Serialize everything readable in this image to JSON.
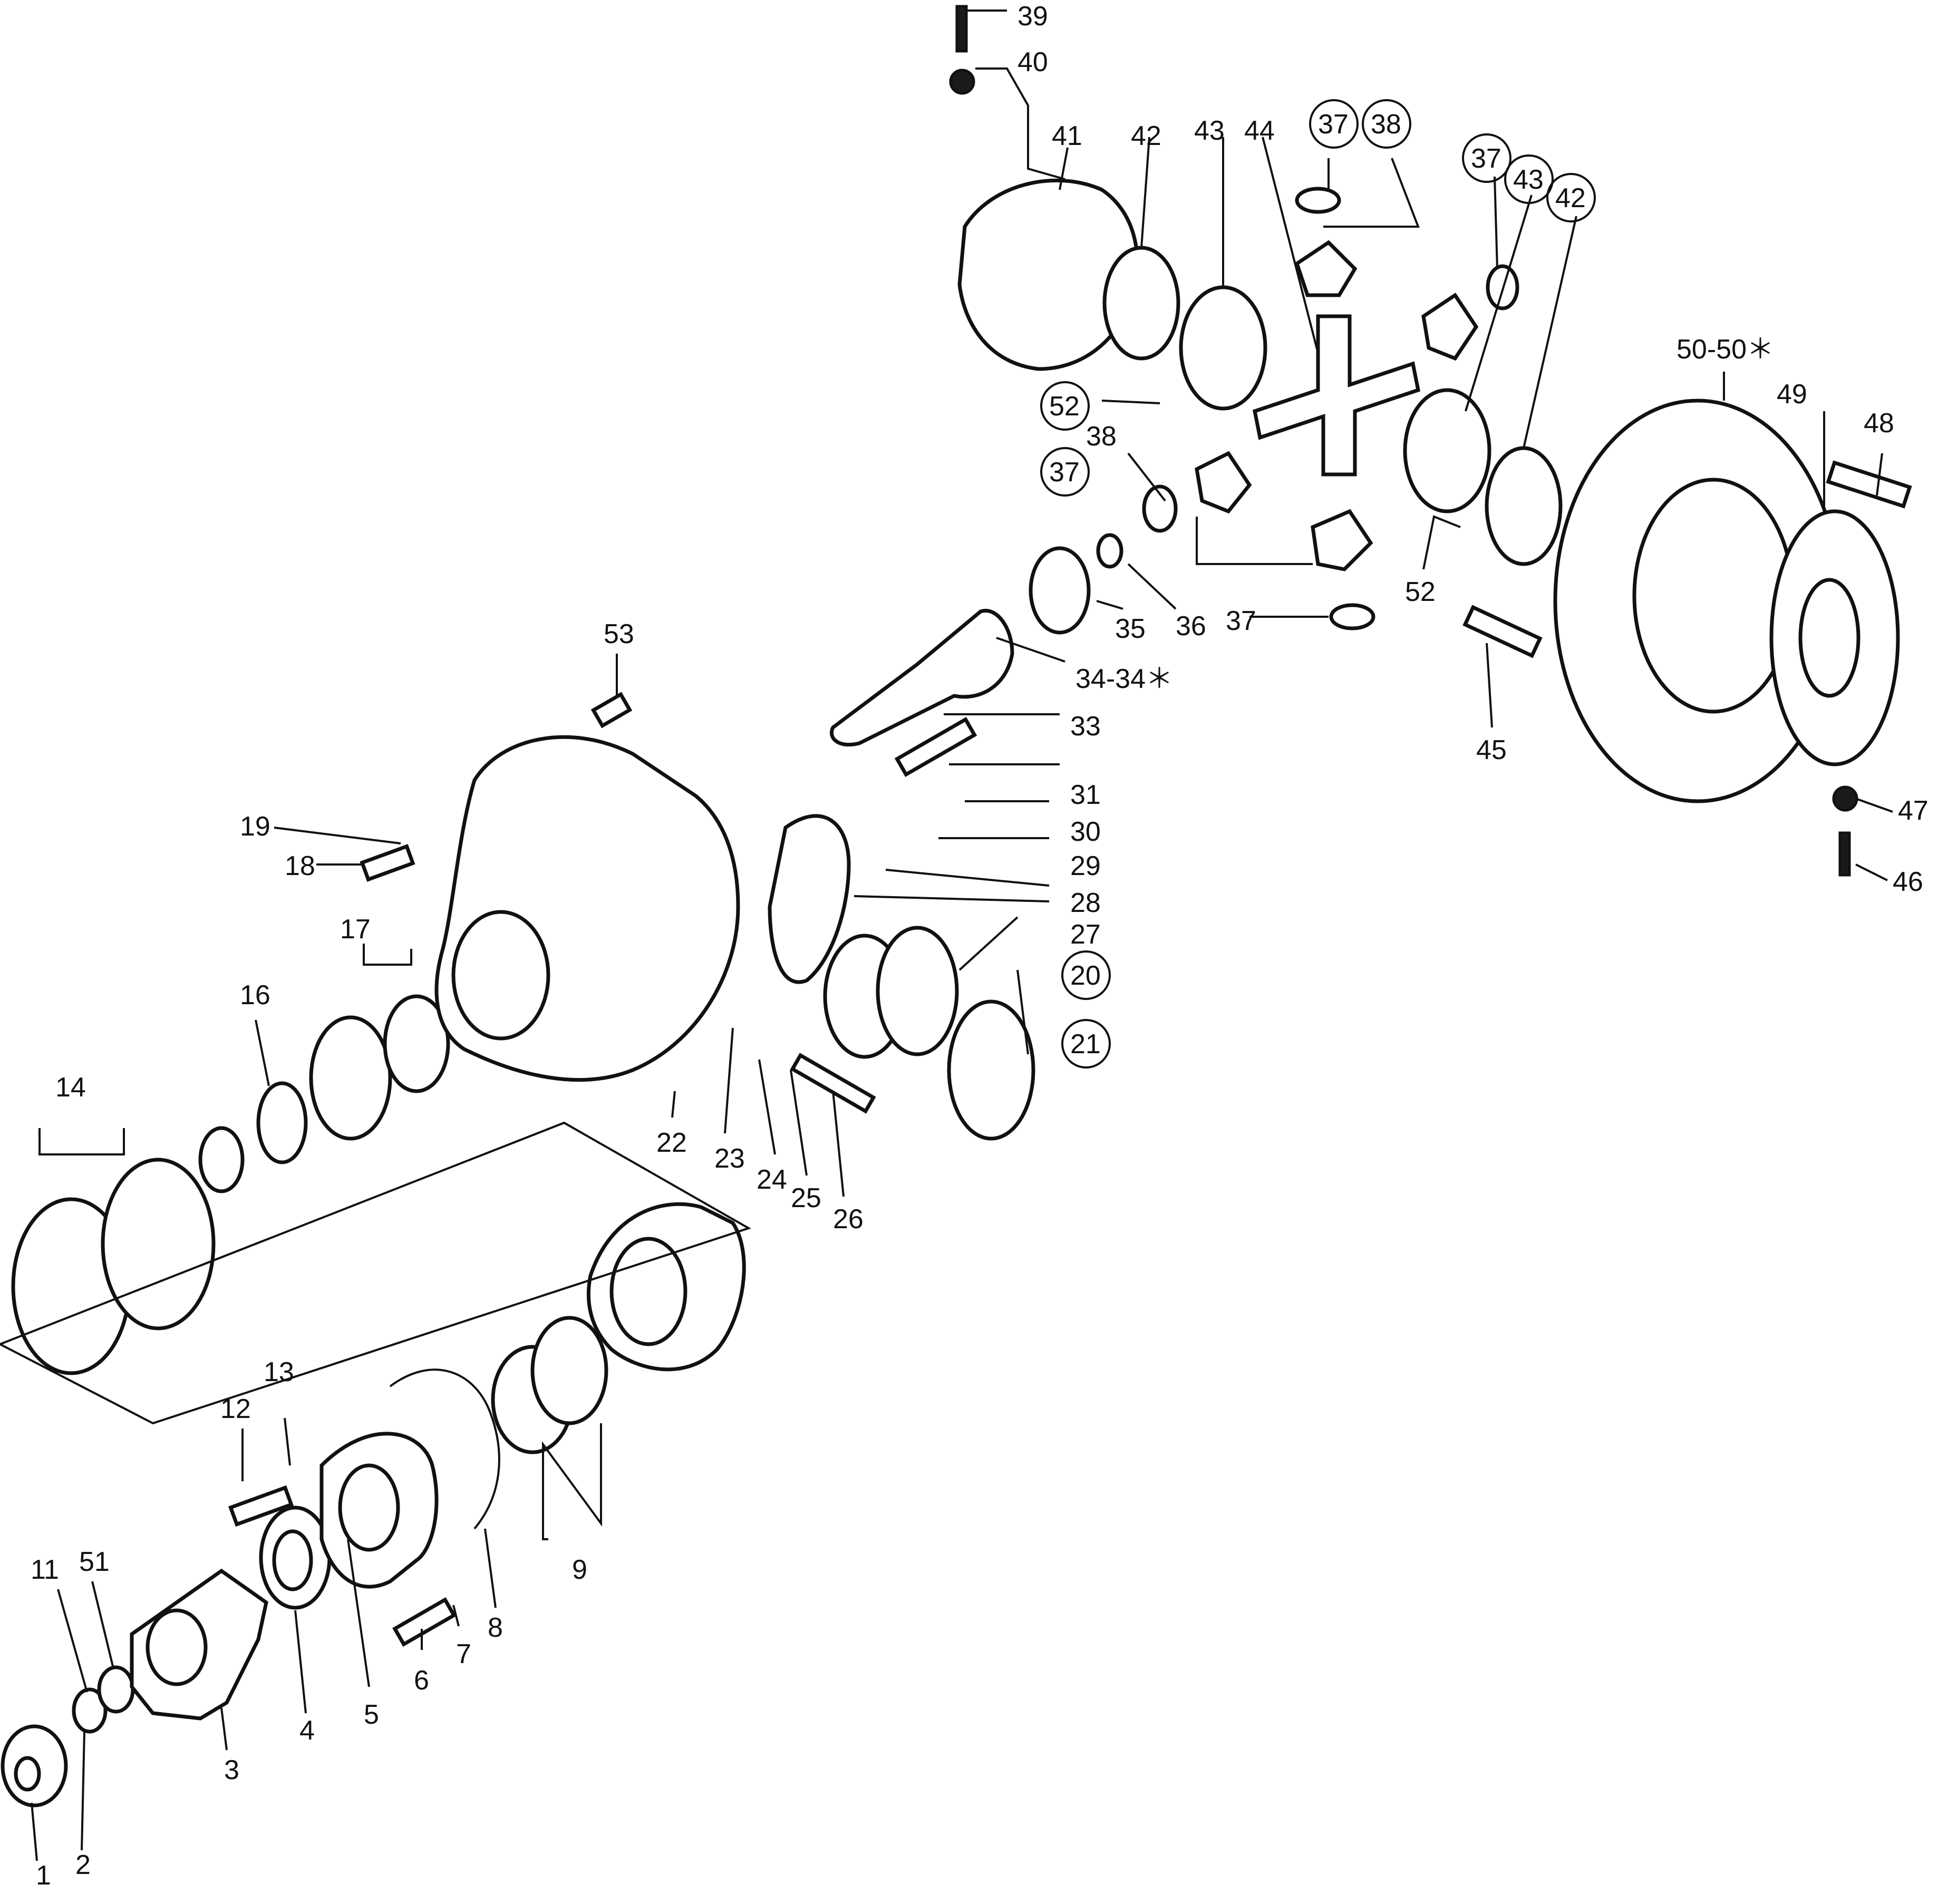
{
  "callouts": [
    {
      "text": "1"
    },
    {
      "text": "2"
    },
    {
      "text": "11"
    },
    {
      "text": "51"
    },
    {
      "text": "3"
    },
    {
      "text": "4"
    },
    {
      "text": "5"
    },
    {
      "text": "6"
    },
    {
      "text": "7"
    },
    {
      "text": "8"
    },
    {
      "text": "9"
    },
    {
      "text": "12"
    },
    {
      "text": "13"
    },
    {
      "text": "14"
    },
    {
      "text": "16"
    },
    {
      "text": "17"
    },
    {
      "text": "18"
    },
    {
      "text": "19"
    },
    {
      "text": "22"
    },
    {
      "text": "23"
    },
    {
      "text": "24"
    },
    {
      "text": "25"
    },
    {
      "text": "26"
    },
    {
      "text": "53"
    },
    {
      "text": "20",
      "circled": true
    },
    {
      "text": "21",
      "circled": true
    },
    {
      "text": "27"
    },
    {
      "text": "28"
    },
    {
      "text": "29"
    },
    {
      "text": "30"
    },
    {
      "text": "31"
    },
    {
      "text": "33"
    },
    {
      "text": "34-34＊"
    },
    {
      "text": "35"
    },
    {
      "text": "36"
    },
    {
      "text": "37"
    },
    {
      "text": "37",
      "circled": true
    },
    {
      "text": "38"
    },
    {
      "text": "52",
      "circled": true
    },
    {
      "text": "39"
    },
    {
      "text": "40"
    },
    {
      "text": "41"
    },
    {
      "text": "42"
    },
    {
      "text": "43"
    },
    {
      "text": "44"
    },
    {
      "text": "37",
      "circled": true
    },
    {
      "text": "38",
      "circled": true
    },
    {
      "text": "37",
      "circled": true
    },
    {
      "text": "43",
      "circled": true
    },
    {
      "text": "42",
      "circled": true
    },
    {
      "text": "52"
    },
    {
      "text": "45"
    },
    {
      "text": "50-50＊"
    },
    {
      "text": "49"
    },
    {
      "text": "48"
    },
    {
      "text": "47"
    },
    {
      "text": "46"
    }
  ]
}
